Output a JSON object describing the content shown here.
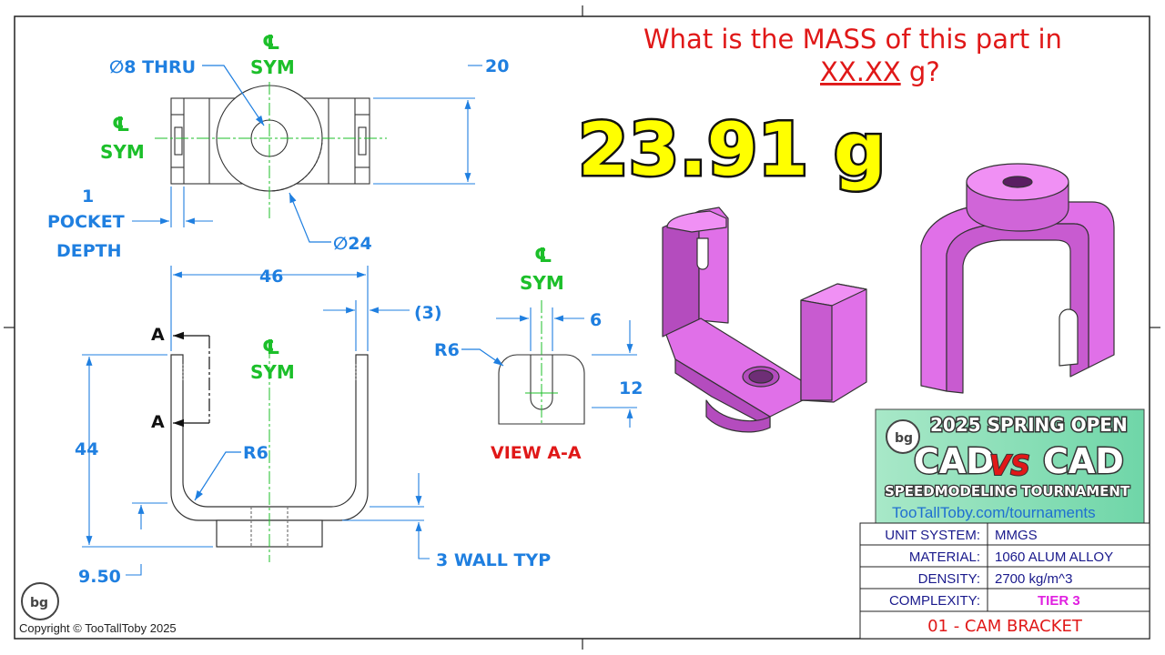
{
  "question": {
    "line1": "What is the MASS of this part in",
    "unit_underlined": "XX.XX",
    "unit_suffix": " g?"
  },
  "answer": "23.91 g",
  "dimensions": {
    "thru_hole": "∅8 THRU",
    "height_20": "20",
    "pocket_depth_num": "1",
    "pocket_depth_l1": "POCKET",
    "pocket_depth_l2": "DEPTH",
    "dia_24": "∅24",
    "width_46": "46",
    "paren_3": "(3)",
    "height_44": "44",
    "radius_r6": "R6",
    "offset_950": "9.50",
    "wall": "3 WALL TYP",
    "slot_6": "6",
    "slot_r6": "R6",
    "slot_12": "12"
  },
  "centerline": {
    "symbol": "℄",
    "label": "SYM"
  },
  "section": {
    "letter": "A",
    "view_label": "VIEW A-A"
  },
  "logo": {
    "line1": "2025 SPRING OPEN",
    "cad_left": "CAD",
    "vs": "VS",
    "cad_right": "CAD",
    "tagline": "SPEEDMODELING TOURNAMENT",
    "url": "TooTallToby.com/tournaments"
  },
  "title_block": {
    "rows": [
      {
        "label": "UNIT SYSTEM:",
        "value": "MMGS"
      },
      {
        "label": "MATERIAL:",
        "value": "1060 ALUM ALLOY"
      },
      {
        "label": "DENSITY:",
        "value": "2700 kg/m^3"
      },
      {
        "label": "COMPLEXITY:",
        "value": "TIER 3"
      }
    ],
    "part_name": "01 - CAM BRACKET"
  },
  "copyright": "Copyright © TooTallToby 2025",
  "colors": {
    "dimension": "#1f7fe0",
    "centerline": "#1cbf2a",
    "question": "#e01818",
    "answer_fill": "#ffff00",
    "part_fill": "#e070e8",
    "tier": "#e020e0"
  }
}
